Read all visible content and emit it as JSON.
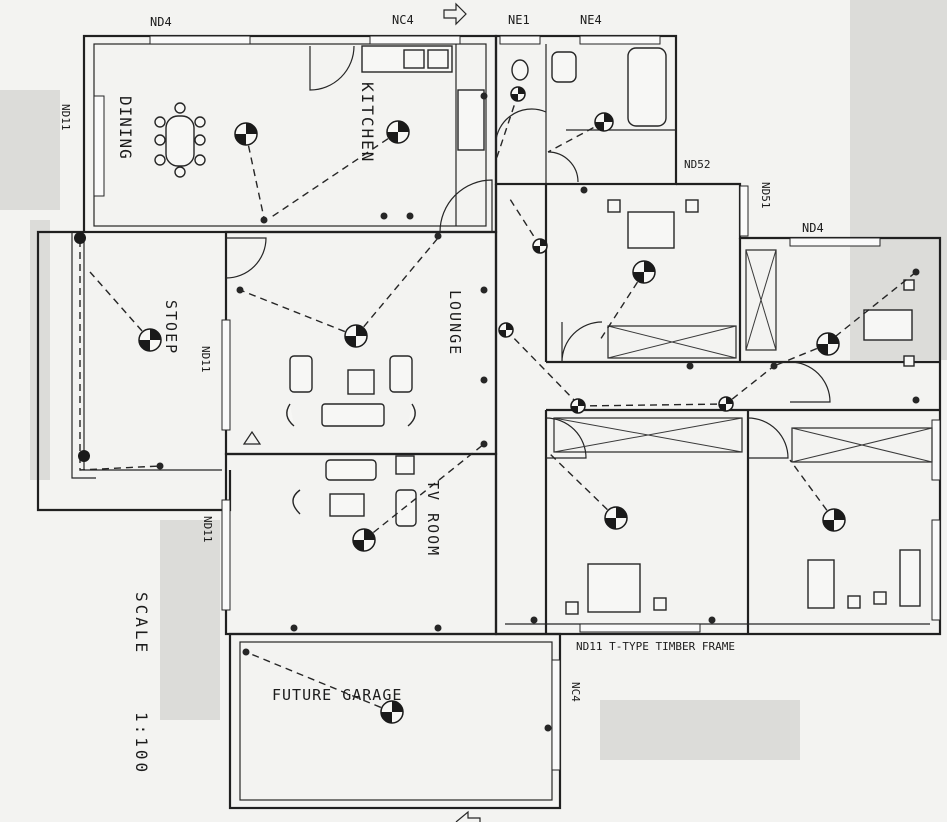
{
  "title": "",
  "rooms": {
    "dining": "DINING",
    "kitchen": "KITCHEN",
    "stoep": "STOEP",
    "lounge": "LOUNGE",
    "tv_room": "TV ROOM",
    "future_garage": "FUTURE GARAGE"
  },
  "labels": {
    "nd4_top": "ND4",
    "nc4_top": "NC4",
    "ne1": "NE1",
    "ne4": "NE4",
    "nd52": "ND52",
    "nd51": "ND51",
    "nd4_right": "ND4",
    "nd11_left": "ND11",
    "nd11_mid": "ND11",
    "nd11_lower": "ND11",
    "nc4_garage": "NC4",
    "frame_note": "ND11  T-TYPE  TIMBER  FRAME"
  },
  "scale": {
    "label": "SCALE",
    "value": "1:100"
  },
  "colors": {
    "line": "#202020",
    "paper": "#f3f3f1",
    "light_fixture": "#1a1a1a"
  },
  "icons": [
    "light-fixture-icon",
    "light-switch-icon",
    "door-swing-icon",
    "window-icon",
    "socket-icon"
  ]
}
